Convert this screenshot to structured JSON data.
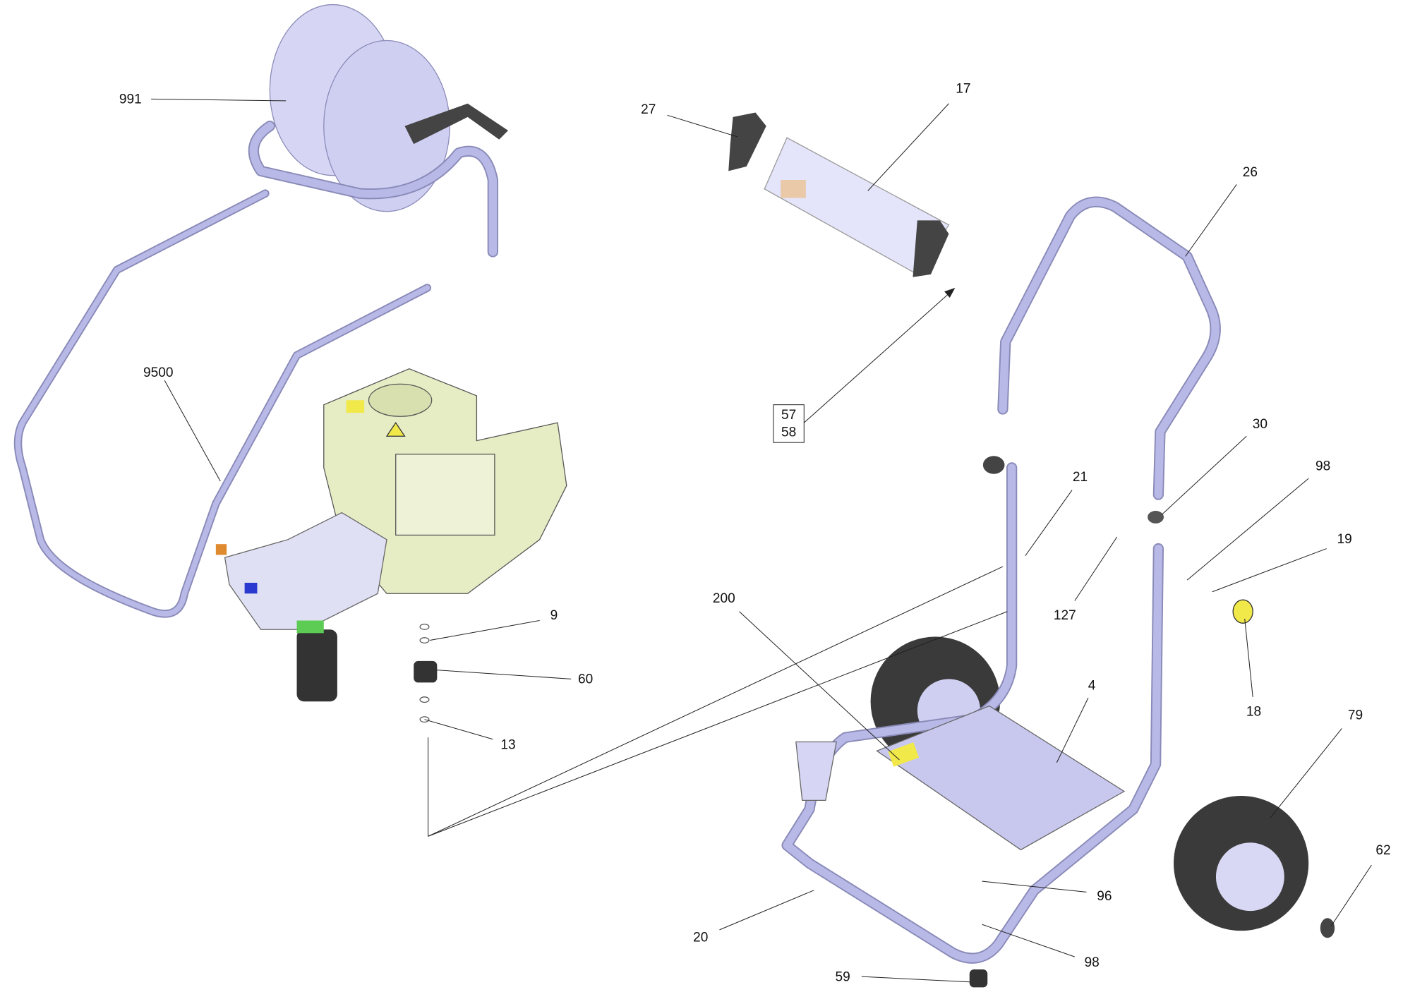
{
  "diagram": {
    "type": "exploded-parts-view",
    "callouts": [
      {
        "id": "c991",
        "label": "991"
      },
      {
        "id": "c27",
        "label": "27"
      },
      {
        "id": "c17",
        "label": "17"
      },
      {
        "id": "c26",
        "label": "26"
      },
      {
        "id": "c9500",
        "label": "9500"
      },
      {
        "id": "c30",
        "label": "30"
      },
      {
        "id": "c98a",
        "label": "98"
      },
      {
        "id": "c21",
        "label": "21"
      },
      {
        "id": "c19",
        "label": "19"
      },
      {
        "id": "c127",
        "label": "127"
      },
      {
        "id": "c9",
        "label": "9"
      },
      {
        "id": "c200",
        "label": "200"
      },
      {
        "id": "c60",
        "label": "60"
      },
      {
        "id": "c4",
        "label": "4"
      },
      {
        "id": "c18",
        "label": "18"
      },
      {
        "id": "c79",
        "label": "79"
      },
      {
        "id": "c13",
        "label": "13"
      },
      {
        "id": "c62",
        "label": "62"
      },
      {
        "id": "c96",
        "label": "96"
      },
      {
        "id": "c20",
        "label": "20"
      },
      {
        "id": "c98b",
        "label": "98"
      },
      {
        "id": "c59",
        "label": "59"
      }
    ],
    "boxed_callout": {
      "line1": "57",
      "line2": "58"
    },
    "colors": {
      "frame": "#b9b9e8",
      "engine": "#e6ecc4",
      "tire": "#3a3a3a",
      "label_yellow": "#f1e84a"
    }
  }
}
